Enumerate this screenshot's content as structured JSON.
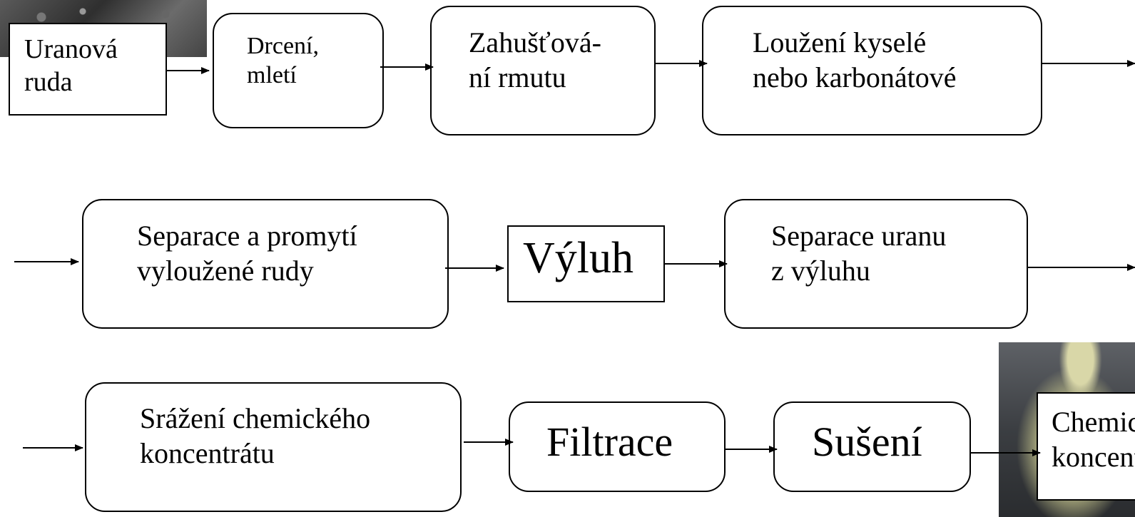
{
  "flow": {
    "row1": {
      "ore": "Uranová\nruda",
      "crushing": "Drcení,\nmletí",
      "thickening": "Zahušťová-\nní rmutu",
      "leaching": "Loužení kyselé\nnebo karbonátové"
    },
    "row2": {
      "separation_wash": "Separace a promytí\nvyloužené rudy",
      "leachate": "Výluh",
      "uranium_separation": "Separace uranu\nz výluhu"
    },
    "row3": {
      "precipitation": "Srážení chemického\nkoncentrátu",
      "filtration": "Filtrace",
      "drying": "Sušení",
      "concentrate": "Chemický\nkoncentrát"
    }
  },
  "images": {
    "ore_photo": "uranium-ore-photo",
    "concentrate_photo": "yellowcake-jar-photo"
  }
}
